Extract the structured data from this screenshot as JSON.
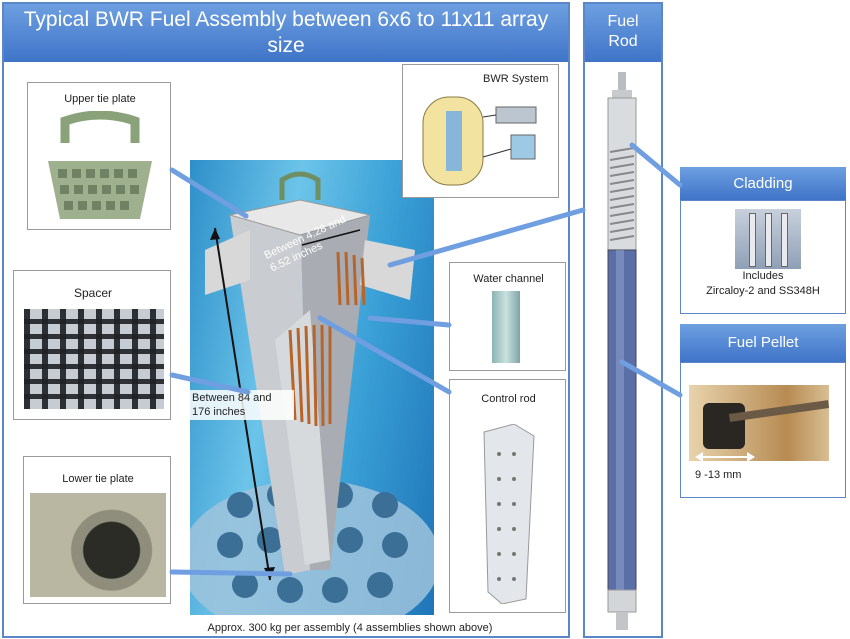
{
  "main_title": "Typical BWR Fuel Assembly between 6x6 to 11x11 array size",
  "fuel_rod_header": "Fuel Rod",
  "footer": "Approx. 300 kg per assembly (4 assemblies shown above)",
  "labels": {
    "upper_tie_plate": "Upper tie plate",
    "spacer": "Spacer",
    "lower_tie_plate": "Lower tie plate",
    "bwr_system": "BWR System",
    "water_channel": "Water channel",
    "control_rod": "Control rod",
    "between_84_176": "Between 84 and 176 inches",
    "between_428_652": "Between 4.28 and 6.52 inches"
  },
  "cladding": {
    "title": "Cladding",
    "line1": "Includes",
    "line2": "Zircaloy-2 and SS348H"
  },
  "fuel_pellet": {
    "title": "Fuel Pellet",
    "size": "9 -13 mm"
  },
  "colors": {
    "header_blue": "#4a7fd0",
    "arrow_blue": "#6f9fe0",
    "border_blue": "#5b86c8"
  }
}
